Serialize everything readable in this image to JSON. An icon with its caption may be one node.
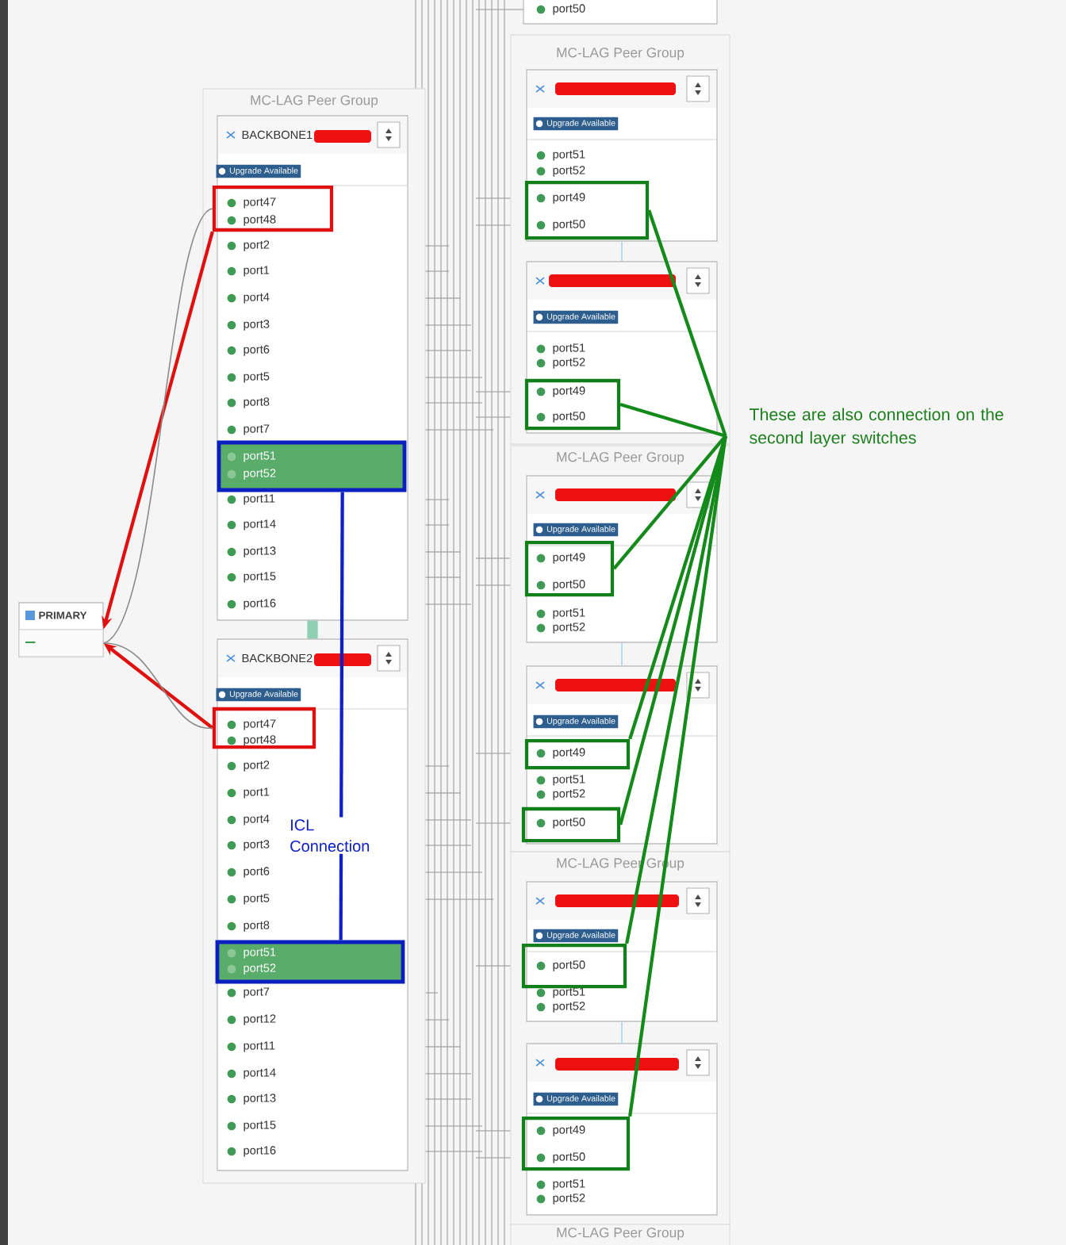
{
  "diagram": {
    "nodes": [
      {
        "text": [
          "PRIMARY"
        ]
      },
      {
        "text": [],
        "shape": "box",
        "in": 0
      },
      {
        "text": [
          "MC-LAG Peer Group"
        ]
      },
      {
        "text": [
          "BACKBONE1",
          "Upgrade Available",
          "port2",
          "port1",
          "port4",
          "port3",
          "port6",
          "port5",
          "port8",
          "port7",
          "port11",
          "port14",
          "port13",
          "port15",
          "port16"
        ],
        "in": 2
      },
      {
        "text": [
          "port47",
          "port48"
        ],
        "in": 3
      },
      {
        "text": [
          "port51",
          "port52"
        ],
        "in": 3
      },
      {
        "text": [
          "BACKBONE2",
          "Upgrade Available",
          "port2",
          "port1",
          "port4",
          "port3",
          "port6",
          "port5",
          "port8",
          "port7",
          "port12",
          "port11",
          "port14",
          "port13",
          "port15",
          "port16"
        ],
        "in": 2
      },
      {
        "text": [
          "port47",
          "port48"
        ],
        "in": 6
      },
      {
        "text": [
          "port51",
          "port52"
        ],
        "in": 6
      },
      {
        "text": [
          "port50"
        ]
      },
      {
        "text": [
          "MC-LAG Peer Group"
        ]
      },
      {
        "text": [
          "Upgrade Available",
          "port51",
          "port52"
        ],
        "in": 10
      },
      {
        "text": [
          "port49",
          "port50"
        ],
        "in": 11
      },
      {
        "text": [
          "Upgrade Available",
          "port51",
          "port52"
        ],
        "in": 10
      },
      {
        "text": [
          "port49",
          "port50"
        ],
        "in": 13
      },
      {
        "text": [
          "MC-LAG Peer Group"
        ]
      },
      {
        "text": [
          "Upgrade Available",
          "port51",
          "port52"
        ],
        "in": 15
      },
      {
        "text": [
          "port49",
          "port50"
        ],
        "in": 16
      },
      {
        "text": [
          "Upgrade Available",
          "port51",
          "port52"
        ],
        "in": 15
      },
      {
        "text": [
          "port49"
        ],
        "in": 18
      },
      {
        "text": [
          "port50"
        ],
        "in": 18
      },
      {
        "text": [
          "MC-LAG Peer Group"
        ]
      },
      {
        "text": [
          "Upgrade Available",
          "port51",
          "port52"
        ],
        "in": 21
      },
      {
        "text": [
          "port50"
        ],
        "in": 22
      },
      {
        "text": [
          "Upgrade Available",
          "port51",
          "port52"
        ],
        "in": 21
      },
      {
        "text": [
          "port49",
          "port50"
        ],
        "in": 24
      },
      {
        "text": [
          "MC-LAG Peer Group"
        ]
      },
      {
        "text": [
          "These are also connection on the second layer switches"
        ]
      }
    ],
    "edges": [
      {
        "from": 4,
        "to": 1,
        "arrow": "to",
        "color": "#e01010"
      },
      {
        "from": 7,
        "to": 1,
        "arrow": "to",
        "color": "#e01010"
      },
      {
        "from": 5,
        "to": 8,
        "arrow": "none",
        "label": "ICL Connection",
        "color": "#1020c8"
      },
      {
        "from": 27,
        "to": 12,
        "arrow": "none",
        "color": "#138a1a"
      },
      {
        "from": 27,
        "to": 14,
        "arrow": "none",
        "color": "#138a1a"
      },
      {
        "from": 27,
        "to": 17,
        "arrow": "none",
        "color": "#138a1a"
      },
      {
        "from": 27,
        "to": 19,
        "arrow": "none",
        "color": "#138a1a"
      },
      {
        "from": 27,
        "to": 20,
        "arrow": "none",
        "color": "#138a1a"
      },
      {
        "from": 27,
        "to": 23,
        "arrow": "none",
        "color": "#138a1a"
      },
      {
        "from": 27,
        "to": 25,
        "arrow": "none",
        "color": "#138a1a"
      },
      {
        "from": 1,
        "to": 4,
        "arrow": "none",
        "color": "#8a8a8a"
      },
      {
        "from": 1,
        "to": 7,
        "arrow": "none",
        "color": "#8a8a8a"
      },
      {
        "from": 3,
        "to": 6,
        "arrow": "none",
        "style": "thick",
        "color": "#8fd0b5"
      },
      {
        "from": 11,
        "to": 13,
        "arrow": "none",
        "color": "#a8d8f0"
      },
      {
        "from": 16,
        "to": 18,
        "arrow": "none",
        "color": "#a8d8f0"
      },
      {
        "from": 22,
        "to": 24,
        "arrow": "none",
        "color": "#a8d8f0"
      }
    ]
  }
}
